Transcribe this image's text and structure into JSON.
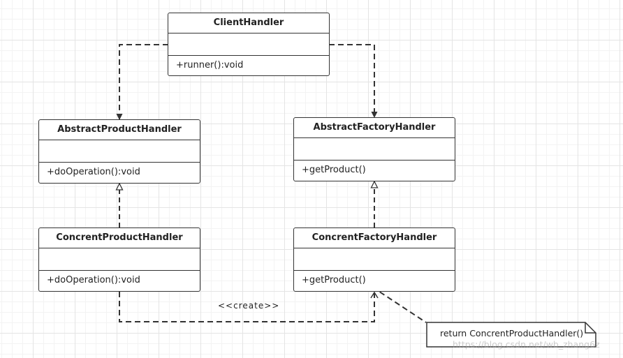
{
  "classes": {
    "client": {
      "name": "ClientHandler",
      "operation": "+runner():void"
    },
    "abstract_product": {
      "name": "AbstractProductHandler",
      "operation": "+doOperation():void"
    },
    "abstract_factory": {
      "name": "AbstractFactoryHandler",
      "operation": "+getProduct()"
    },
    "concrete_product": {
      "name": "ConcrentProductHandler",
      "operation": "+doOperation():void"
    },
    "concrete_factory": {
      "name": "ConcrentFactoryHandler",
      "operation": "+getProduct()"
    }
  },
  "create_label": "<<create>>",
  "note": {
    "text": "return ConcrentProductHandler()"
  },
  "watermark": "https://blog.csdn.net/wb_zhang6z"
}
